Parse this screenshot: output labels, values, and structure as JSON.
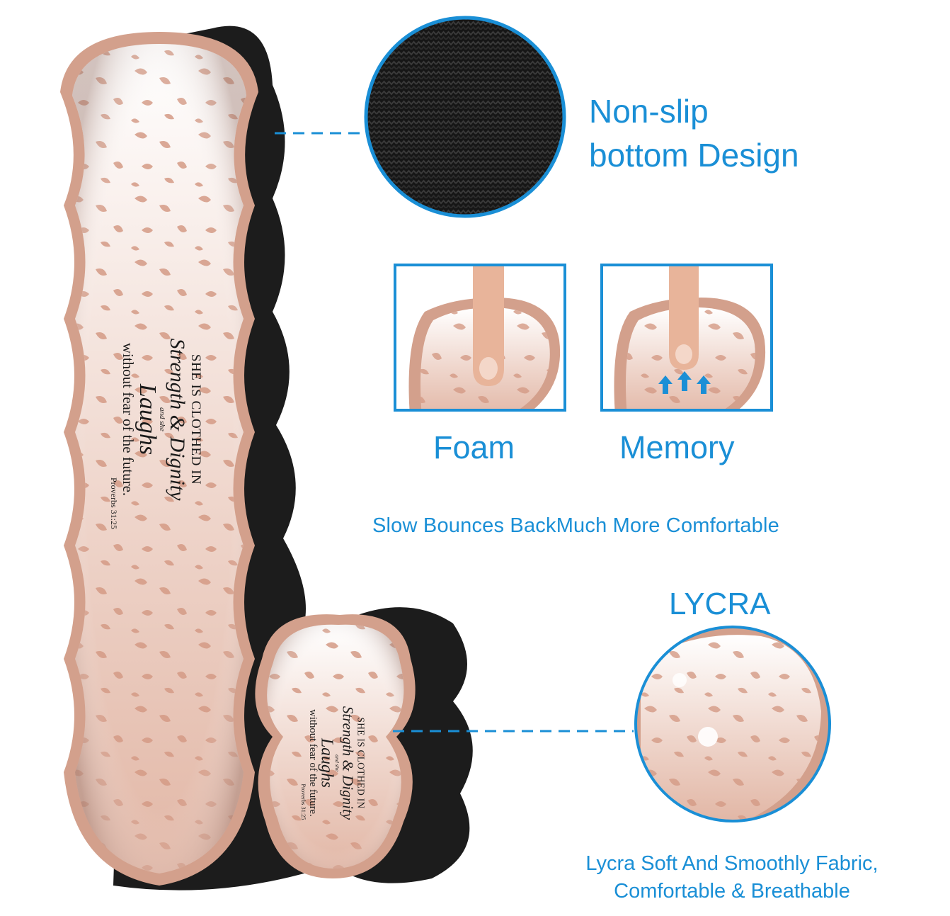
{
  "callouts": {
    "nonslip": {
      "line1": "Non-slip",
      "line2": "bottom Design"
    },
    "foam_label": "Foam",
    "memory_label": "Memory",
    "slow_bounce": "Slow Bounces BackMuch More Comfortable",
    "lycra_title": "LYCRA",
    "lycra_desc": {
      "line1": "Lycra Soft And Smoothly Fabric,",
      "line2": "Comfortable & Breathable"
    }
  },
  "product_print": {
    "line1": "SHE IS CLOTHED IN",
    "line2": "Strength & Dignity",
    "line3": "and she",
    "line4": "Laughs",
    "line5": "without fear of the future.",
    "line6": "Proverbs 31:25"
  },
  "colors": {
    "accent_blue": "#1a8fd6",
    "rose_gold": "#d3a08c",
    "leopard_spot": "#cf9a85",
    "base_black": "#1c1c1c"
  },
  "icons": [
    "up-arrow-icon",
    "finger-press-icon",
    "magnifier-circle"
  ]
}
